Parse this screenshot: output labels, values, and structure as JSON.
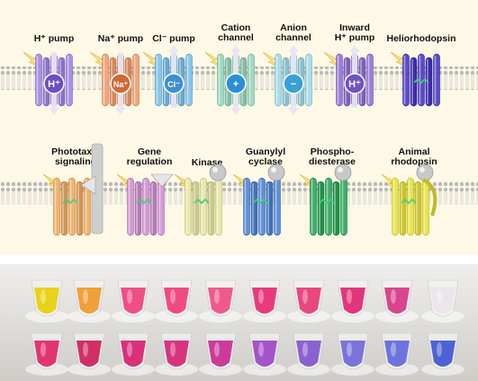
{
  "row1": [
    {
      "id": "h-pump",
      "label_lines": [
        "H⁺ pump"
      ],
      "symbol": "H⁺",
      "color": "#a98fe6",
      "symbol_color": "#6a4fc2",
      "arrow": "down"
    },
    {
      "id": "na-pump",
      "label_lines": [
        "Na⁺ pump"
      ],
      "symbol": "Na⁺",
      "color": "#f2a57c",
      "symbol_color": "#d06a3a",
      "arrow": "down"
    },
    {
      "id": "cl-pump",
      "label_lines": [
        "Cl⁻ pump"
      ],
      "symbol": "Cl⁻",
      "color": "#86c6ec",
      "symbol_color": "#3d8fd0",
      "arrow": "up"
    },
    {
      "id": "cation-channel",
      "label_lines": [
        "Cation",
        "channel"
      ],
      "symbol": "+",
      "color": "#9ed9c3",
      "symbol_color": "#2c8fd6",
      "arrow": "both"
    },
    {
      "id": "anion-channel",
      "label_lines": [
        "Anion",
        "channel"
      ],
      "symbol": "−",
      "color": "#a9dcea",
      "symbol_color": "#3aa0d8",
      "arrow": "both"
    },
    {
      "id": "inward-h-pump",
      "label_lines": [
        "Inward",
        "H⁺ pump"
      ],
      "symbol": "H⁺",
      "color": "#9a7ed9",
      "symbol_color": "#6f52c4",
      "arrow": "up"
    },
    {
      "id": "heliorhodopsin",
      "label_lines": [
        "Heliorhodopsin"
      ],
      "symbol": "",
      "color": "#5b4bc7",
      "symbol_color": "#3a2d9e",
      "arrow": "none"
    }
  ],
  "row2": [
    {
      "id": "phototaxis-signaling",
      "label_lines": [
        "Phototaxis",
        "signaling"
      ],
      "color": "#f0b26e",
      "cap": "transducer"
    },
    {
      "id": "gene-regulation",
      "label_lines": [
        "Gene",
        "regulation"
      ],
      "color": "#d49ad6",
      "cap": "arrow"
    },
    {
      "id": "kinase",
      "label_lines": [
        "Kinase"
      ],
      "color": "#e8e7a8",
      "cap": "sphere"
    },
    {
      "id": "guanylyl-cyclase",
      "label_lines": [
        "Guanylyl",
        "cyclase"
      ],
      "color": "#5f8fd9",
      "cap": "sphere"
    },
    {
      "id": "phospho-diesterase",
      "label_lines": [
        "Phospho-",
        "diesterase"
      ],
      "color": "#3fae6a",
      "cap": "sphere"
    },
    {
      "id": "animal-rhodopsin",
      "label_lines": [
        "Animal",
        "rhodopsin"
      ],
      "color": "#e8e44a",
      "cap": "sphere"
    }
  ],
  "tubes_top": [
    "#e8d21a",
    "#f0a03a",
    "#ee4f86",
    "#ef4a84",
    "#ef5a8c",
    "#e83a7c",
    "#e6487f",
    "#e0377a",
    "#d9458e",
    "#ece6ec"
  ],
  "tubes_bottom": [
    "#e2346f",
    "#cf2f66",
    "#d9307a",
    "#d6347f",
    "#cc3a9a",
    "#a354c9",
    "#8a62cf",
    "#7a74d9",
    "#6c73dc",
    "#4f62d4"
  ]
}
